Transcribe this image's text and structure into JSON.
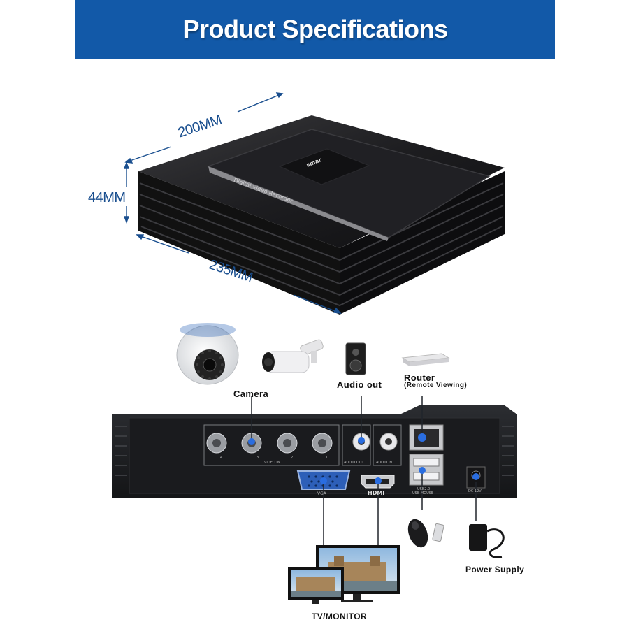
{
  "banner": {
    "title": "Product Specifications",
    "color": "#1259a8"
  },
  "dimensions": {
    "length": "200MM",
    "height": "44MM",
    "width": "235MM"
  },
  "device": {
    "brand_logo": "smar",
    "front_label": "Digital Video Recorder"
  },
  "rear_panel": {
    "video_in_label": "VIDEO IN",
    "audio_out_label": "AUDIO OUT",
    "audio_in_label": "AUDIO IN",
    "vga_label": "VGA",
    "hdmi_label": "HDMI",
    "usb_label_1": "USB2.0",
    "usb_label_2": "USB MOUSE",
    "dc_label": "DC 12V",
    "bnc_numbers": [
      "4",
      "3",
      "2",
      "1"
    ]
  },
  "connections": {
    "camera": "Camera",
    "audio_out": "Audio out",
    "router": "Router",
    "router_sub": "(Remote Viewing)",
    "power": "Power Supply",
    "monitor": "TV/MONITOR"
  },
  "colors": {
    "accent_line": "#1a4f8f",
    "device_body": "#1c1c1e"
  }
}
